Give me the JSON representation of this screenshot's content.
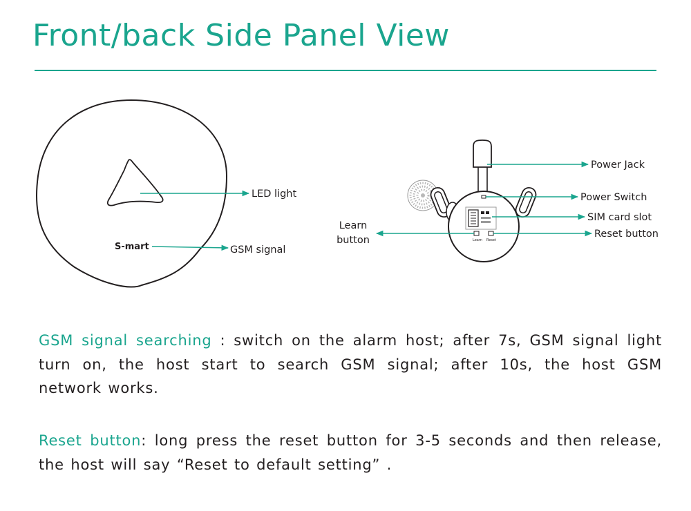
{
  "title": "Front/back Side Panel View",
  "front_panel": {
    "led_label": "LED light",
    "gsm_label": "GSM signal",
    "brand_logo": "S-mart"
  },
  "back_panel": {
    "power_jack_label": "Power Jack",
    "power_switch_label": "Power Switch",
    "sim_slot_label": "SIM card slot",
    "reset_button_label": "Reset button",
    "learn_button_label_line1": "Learn",
    "learn_button_label_line2": "button",
    "learn_mini": "Learn",
    "reset_mini": "Reset"
  },
  "paragraphs": {
    "gsm": {
      "lead": "GSM signal searching",
      "body": " : switch on the alarm host; after 7s, GSM signal light turn on, the host start to search GSM signal; after 10s, the host GSM network works."
    },
    "reset": {
      "lead": "Reset button",
      "body": ": long press the reset button for 3-5 seconds and then release, the host will say “Reset to default setting” ."
    }
  },
  "colors": {
    "accent": "#1aa58e",
    "text": "#231f20"
  }
}
